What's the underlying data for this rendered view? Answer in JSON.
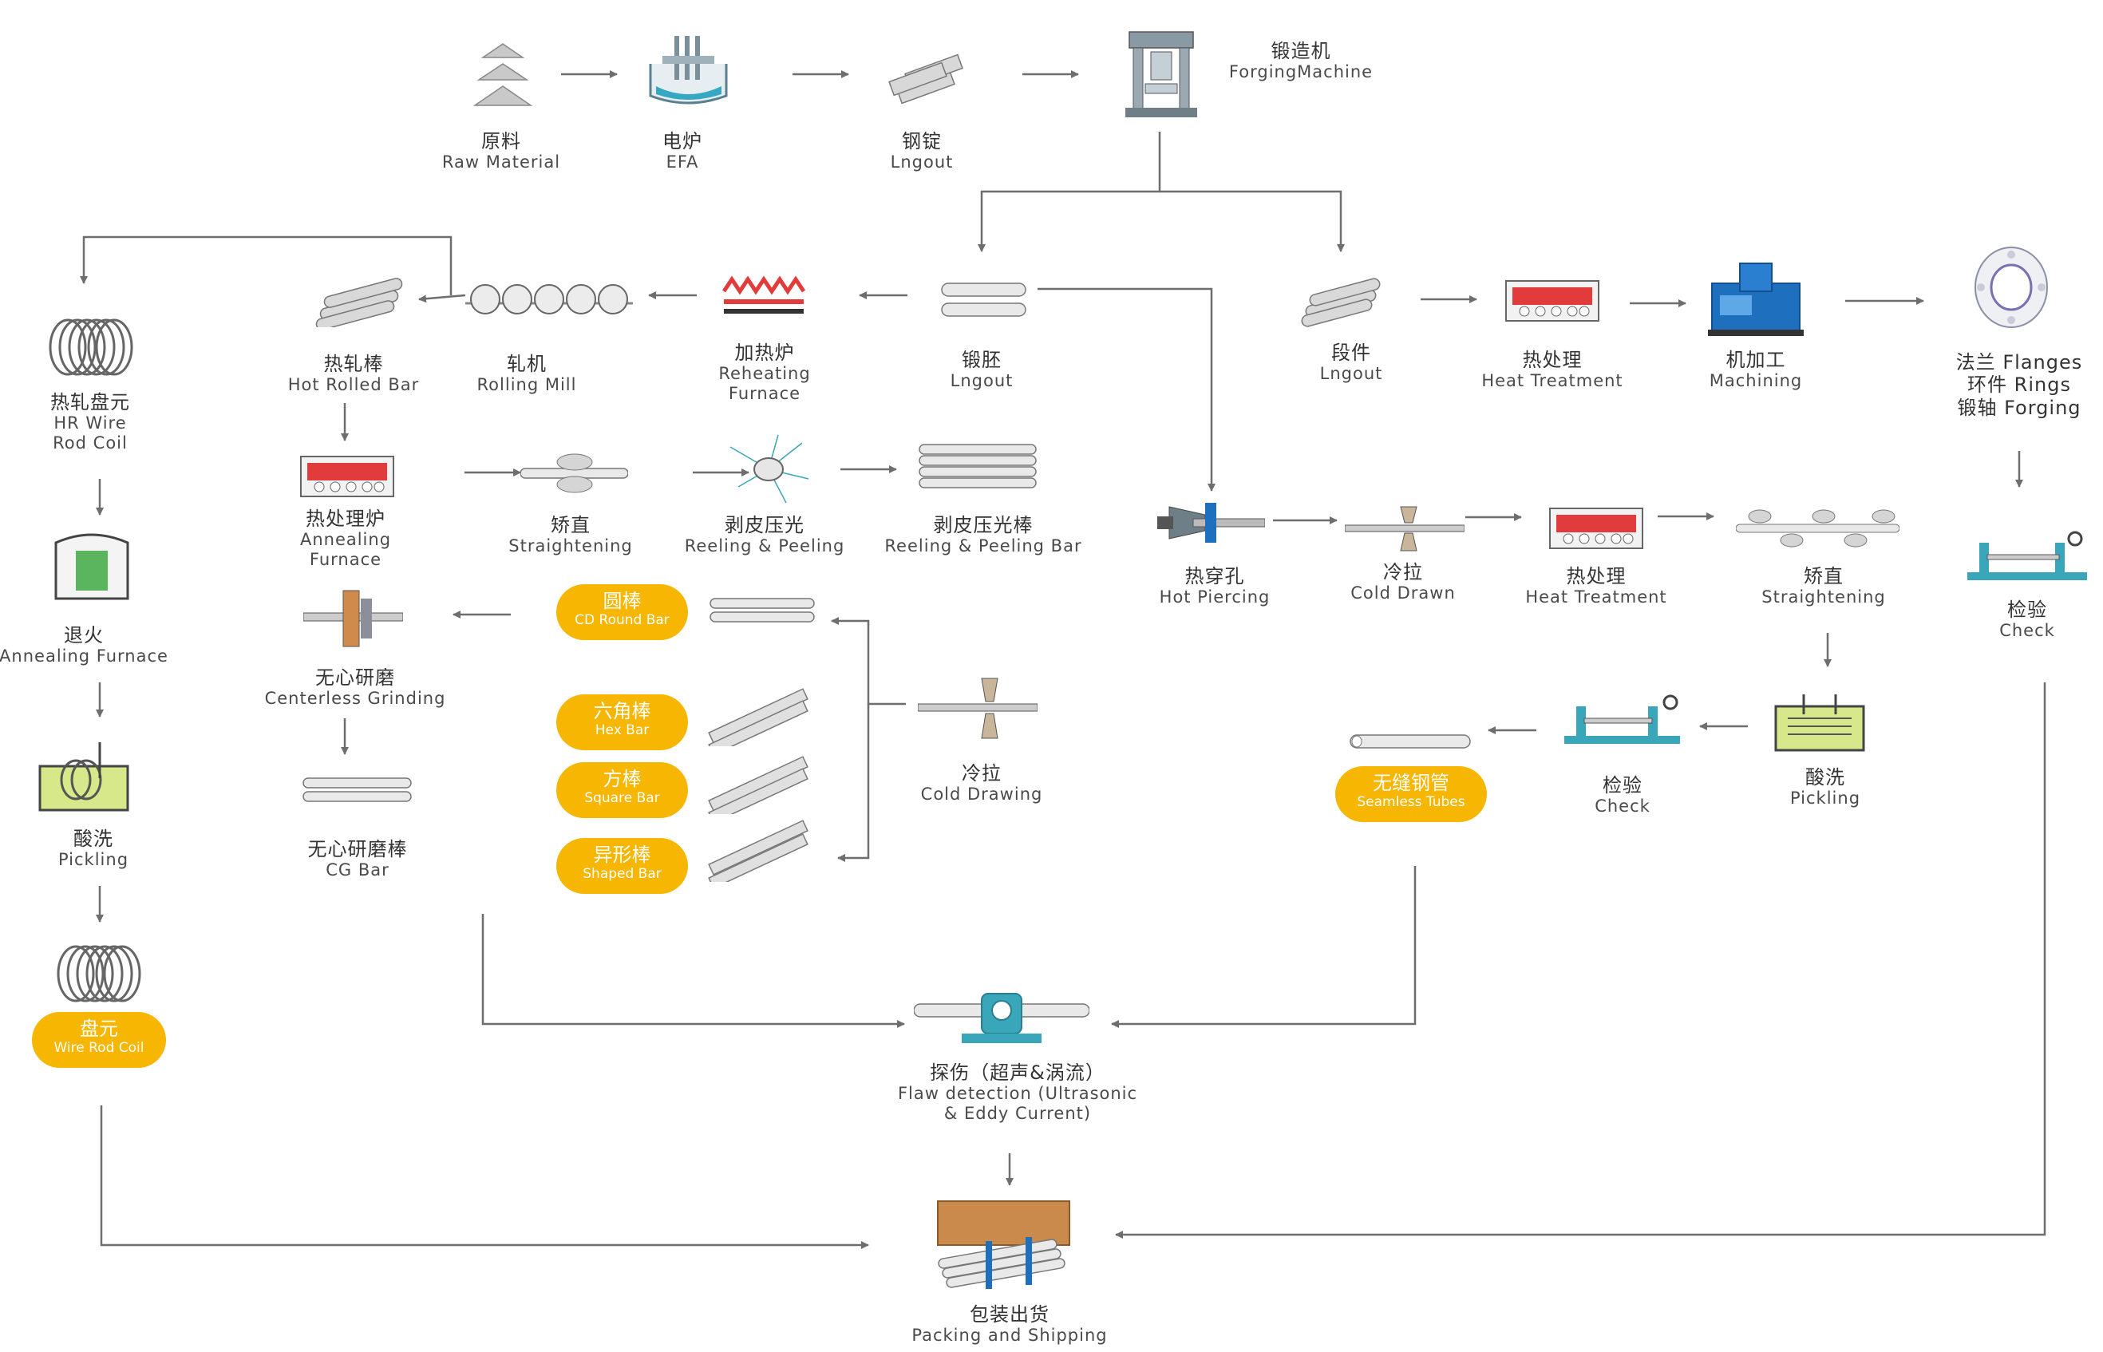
{
  "nodes": {
    "raw_material": {
      "zh": "原料",
      "en": "Raw Material"
    },
    "efa": {
      "zh": "电炉",
      "en": "EFA"
    },
    "ingot_top": {
      "zh": "钢锭",
      "en": "Lngout"
    },
    "forging_machine": {
      "zh": "锻造机",
      "en": "ForgingMachine"
    },
    "hot_rolled_bar": {
      "zh": "热轧棒",
      "en": "Hot Rolled Bar"
    },
    "rolling_mill": {
      "zh": "轧机",
      "en": "Rolling Mill"
    },
    "reheating_furnace": {
      "zh": "加热炉",
      "en": "Reheating",
      "en2": "Furnace"
    },
    "forged_billet": {
      "zh": "锻胚",
      "en": "Lngout"
    },
    "forged_piece": {
      "zh": "段件",
      "en": "Lngout"
    },
    "heat_treatment_right": {
      "zh": "热处理",
      "en": "Heat Treatment"
    },
    "machining": {
      "zh": "机加工",
      "en": "Machining"
    },
    "flanges": {
      "zh": "法兰 Flanges",
      "zh2": "环件 Rings",
      "zh3": "锻轴 Forging"
    },
    "hr_wire_rod_coil": {
      "zh": "热轧盘元",
      "en": "HR Wire",
      "en2": "Rod Coil"
    },
    "annealing_furnace_mid": {
      "zh": "热处理炉",
      "en": "Annealing",
      "en2": "Furnace"
    },
    "straightening_mid": {
      "zh": "矫直",
      "en": "Straightening"
    },
    "reeling_peeling": {
      "zh": "剥皮压光",
      "en": "Reeling & Peeling"
    },
    "reeling_peeling_bar": {
      "zh": "剥皮压光棒",
      "en": "Reeling & Peeling Bar"
    },
    "hot_piercing": {
      "zh": "热穿孔",
      "en": "Hot Piercing"
    },
    "cold_drawn": {
      "zh": "冷拉",
      "en": "Cold Drawn"
    },
    "heat_treatment_tube": {
      "zh": "热处理",
      "en": "Heat Treatment"
    },
    "straightening_tube": {
      "zh": "矫直",
      "en": "Straightening"
    },
    "check_right": {
      "zh": "检验",
      "en": "Check"
    },
    "annealing_left": {
      "zh": "退火",
      "en": "Annealing Furnace"
    },
    "centerless_grinding": {
      "zh": "无心研磨",
      "en": "Centerless Grinding"
    },
    "cold_drawing": {
      "zh": "冷拉",
      "en": "Cold Drawing"
    },
    "check_tube": {
      "zh": "检验",
      "en": "Check"
    },
    "pickling_tube": {
      "zh": "酸洗",
      "en": "Pickling"
    },
    "pickling_left": {
      "zh": "酸洗",
      "en": "Pickling"
    },
    "cg_bar": {
      "zh": "无心研磨棒",
      "en": "CG Bar"
    },
    "flaw_detection": {
      "zh": "探伤（超声&涡流）",
      "en": "Flaw detection (Ultrasonic",
      "en2": "& Eddy Current)"
    },
    "packing": {
      "zh": "包装出货",
      "en": "Packing and Shipping"
    }
  },
  "badges": {
    "cd_round_bar": {
      "zh": "圆棒",
      "en": "CD Round Bar"
    },
    "hex_bar": {
      "zh": "六角棒",
      "en": "Hex Bar"
    },
    "square_bar": {
      "zh": "方棒",
      "en": "Square Bar"
    },
    "shaped_bar": {
      "zh": "异形棒",
      "en": "Shaped Bar"
    },
    "seamless_tubes": {
      "zh": "无缝钢管",
      "en": "Seamless Tubes"
    },
    "wire_rod_coil": {
      "zh": "盘元",
      "en": "Wire Rod Coil"
    }
  },
  "colors": {
    "accent": "#f6b602",
    "arrow": "#6e6e6e",
    "teal": "#3aa6b9",
    "red": "#e23b3b",
    "blue": "#1f6fbf",
    "green": "#5ab55e"
  }
}
